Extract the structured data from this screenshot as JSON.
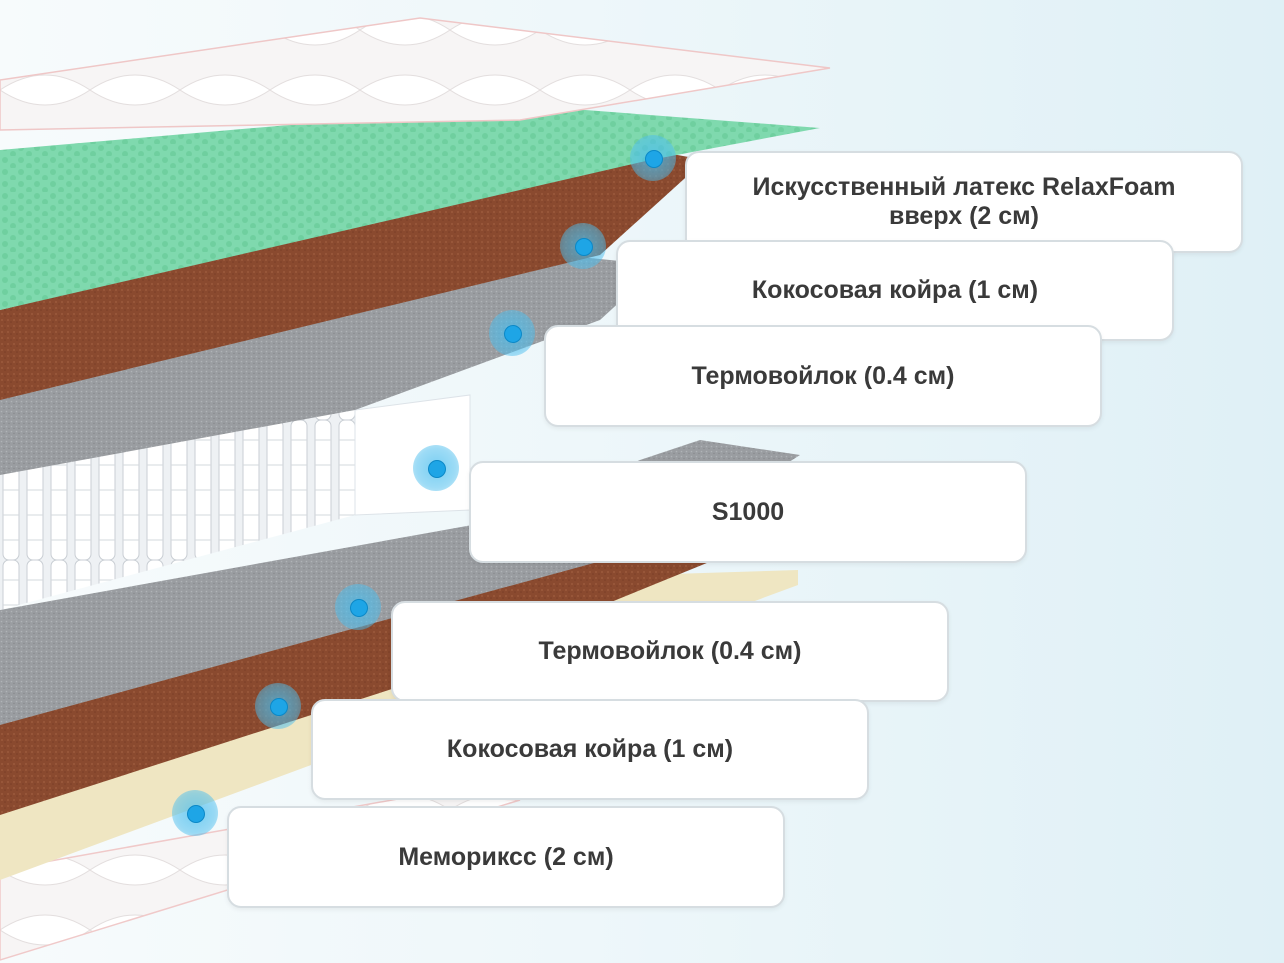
{
  "layers": [
    {
      "label": "Искусственный латекс RelaxFoam вверх (2 см)",
      "icon": "hotspot-marker-icon"
    },
    {
      "label": "Кокосовая койра (1 см)",
      "icon": "hotspot-marker-icon"
    },
    {
      "label": "Термовойлок (0.4 см)",
      "icon": "hotspot-marker-icon"
    },
    {
      "label": "S1000",
      "icon": "hotspot-marker-icon"
    },
    {
      "label": "Термовойлок (0.4 см)",
      "icon": "hotspot-marker-icon"
    },
    {
      "label": "Кокосовая койра (1 см)",
      "icon": "hotspot-marker-icon"
    },
    {
      "label": "Мемориксс (2 см)",
      "icon": "hotspot-marker-icon"
    }
  ],
  "colors": {
    "latex": "#7fd9ae",
    "coir": "#8a4a2f",
    "felt": "#9a9da1",
    "springs": "#f2f4f6",
    "memory": "#efe6c2",
    "cover": "#f6f4f4",
    "marker": "#1ea5e6"
  }
}
